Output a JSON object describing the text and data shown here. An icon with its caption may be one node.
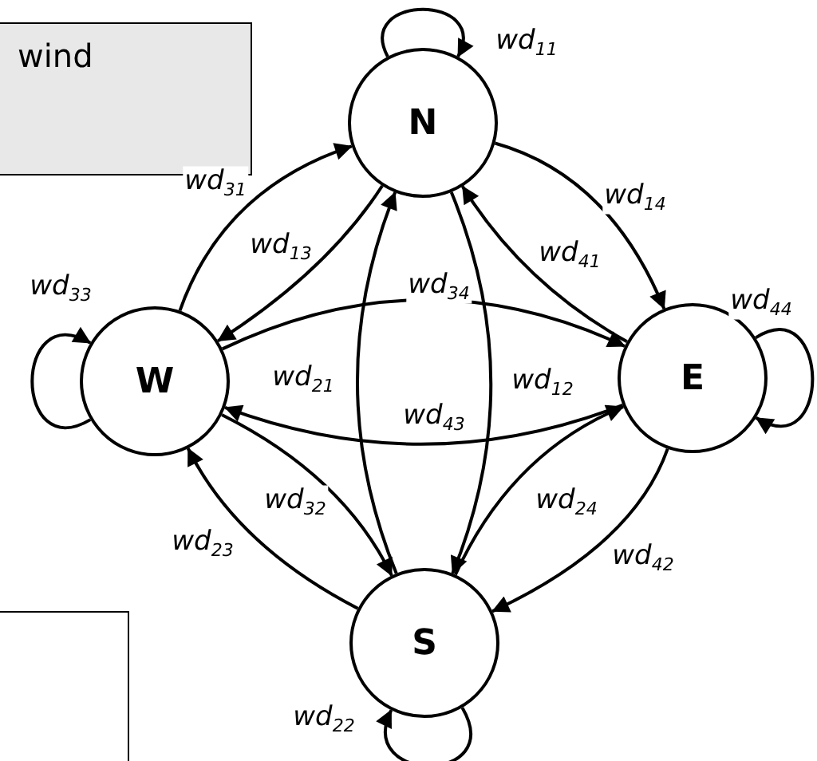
{
  "diagram": {
    "nodes": [
      {
        "text": [
          "wind"
        ]
      },
      {
        "text": [
          "N"
        ]
      },
      {
        "text": [
          "W"
        ]
      },
      {
        "text": [
          "E"
        ]
      },
      {
        "text": [
          "S"
        ]
      },
      {
        "text": [],
        "shape": "box"
      }
    ],
    "edges": [
      {
        "from": 1,
        "to": 1,
        "arrow": "to",
        "label": "wd$_{11}$"
      },
      {
        "from": 2,
        "to": 1,
        "arrow": "to",
        "label": "wd$_{31}$"
      },
      {
        "from": 1,
        "to": 2,
        "arrow": "to",
        "label": "wd$_{13}$"
      },
      {
        "from": 2,
        "to": 3,
        "arrow": "to",
        "label": "wd$_{34}$"
      },
      {
        "from": 1,
        "to": 3,
        "arrow": "to",
        "label": "wd$_{14}$"
      },
      {
        "from": 3,
        "to": 1,
        "arrow": "to",
        "label": "wd$_{41}$"
      },
      {
        "from": 2,
        "to": 2,
        "arrow": "to",
        "label": "wd$_{33}$"
      },
      {
        "from": 3,
        "to": 3,
        "arrow": "to",
        "label": "wd$_{44}$"
      },
      {
        "from": 4,
        "to": 1,
        "arrow": "to",
        "label": "wd$_{21}$"
      },
      {
        "from": 1,
        "to": 4,
        "arrow": "to",
        "label": "wd$_{12}$"
      },
      {
        "from": 3,
        "to": 2,
        "arrow": "to",
        "label": "wd$_{43}$"
      },
      {
        "from": 2,
        "to": 4,
        "arrow": "to",
        "label": "wd$_{32}$"
      },
      {
        "from": 4,
        "to": 2,
        "arrow": "to",
        "label": "wd$_{23}$"
      },
      {
        "from": 4,
        "to": 3,
        "arrow": "to",
        "label": "wd$_{24}$"
      },
      {
        "from": 3,
        "to": 4,
        "arrow": "to",
        "label": "wd$_{42}$"
      },
      {
        "from": 4,
        "to": 4,
        "arrow": "to",
        "label": "wd$_{22}$"
      }
    ]
  }
}
